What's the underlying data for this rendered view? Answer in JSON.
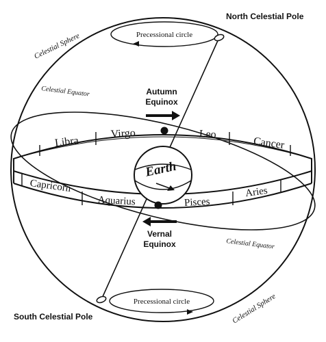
{
  "diagram": {
    "pole_north": "North Celestial Pole",
    "pole_south": "South Celestial Pole",
    "sphere_label_left": "Celestial Sphere",
    "sphere_label_right": "Celestial Sphere",
    "equator_label_left": "Celestial Equator",
    "equator_label_right": "Celestial Equator",
    "precession_top": "Precessional circle",
    "precession_bottom": "Precessional circle",
    "autumn_line1": "Autumn",
    "autumn_line2": "Equinox",
    "vernal_line1": "Vernal",
    "vernal_line2": "Equinox",
    "earth": "Earth",
    "zodiac_back": [
      "Libra",
      "Virgo",
      "Leo",
      "Cancer"
    ],
    "zodiac_front": [
      "Capricorn",
      "Aquarius",
      "Pisces",
      "Aries"
    ]
  }
}
